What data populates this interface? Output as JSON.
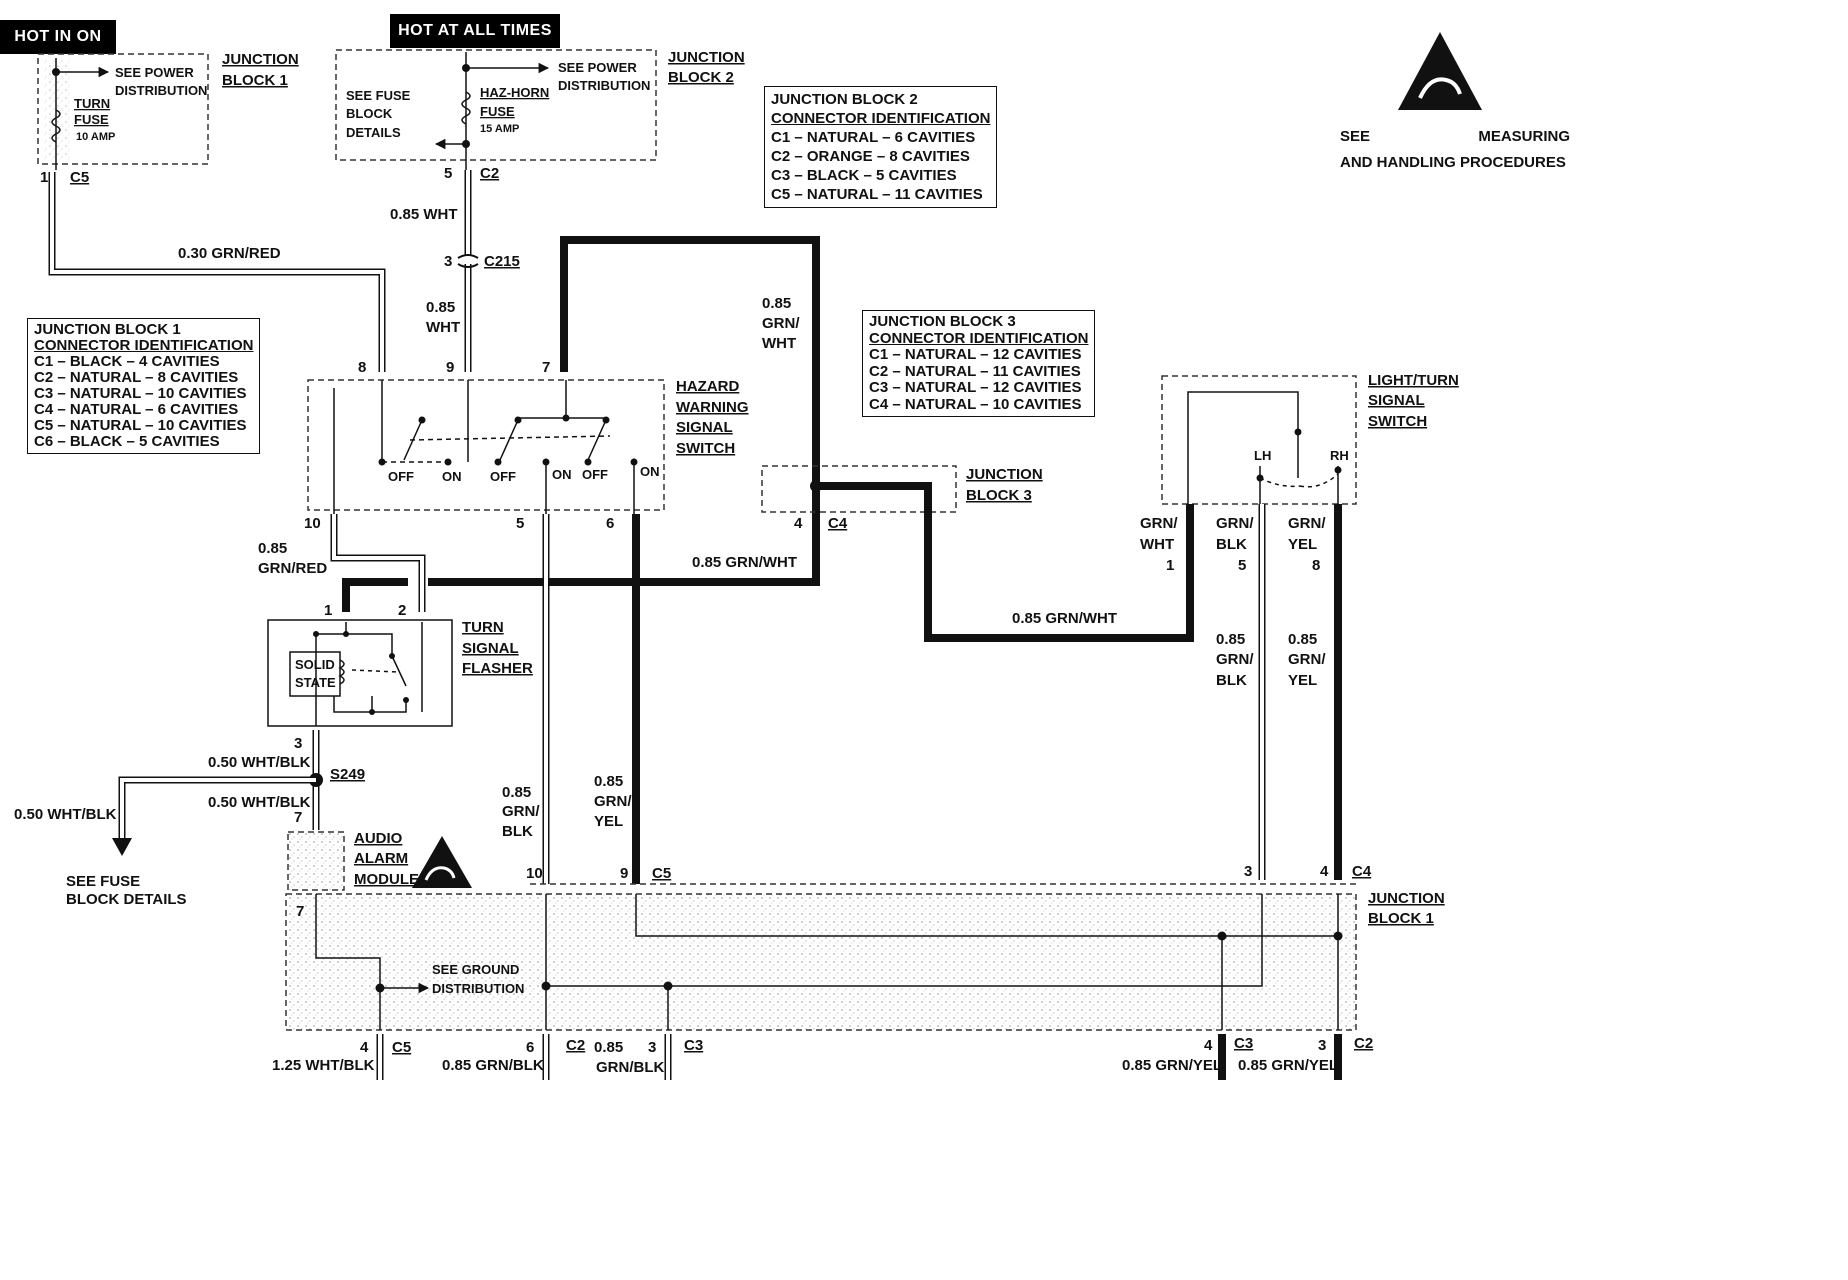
{
  "headers": {
    "hot_in_on": "HOT IN ON",
    "hot_at_all_times": "HOT AT ALL TIMES"
  },
  "esd": {
    "see": "SEE",
    "measuring": "MEASURING",
    "handling": "AND HANDLING PROCEDURES"
  },
  "jb1_top": {
    "title_line1": "JUNCTION",
    "title_line2": "BLOCK 1",
    "see_power": "SEE POWER",
    "distribution": "DISTRIBUTION",
    "fuse_line1": "TURN",
    "fuse_line2": "FUSE",
    "fuse_rating": "10 AMP",
    "pin": "1",
    "connector": "C5"
  },
  "jb2_top": {
    "title_line1": "JUNCTION",
    "title_line2": "BLOCK 2",
    "see_fuse_line1": "SEE FUSE",
    "see_fuse_line2": "BLOCK",
    "see_fuse_line3": "DETAILS",
    "see_power": "SEE POWER",
    "distribution": "DISTRIBUTION",
    "fuse_line1": "HAZ-HORN",
    "fuse_line2": "FUSE",
    "fuse_rating": "15 AMP",
    "pin": "5",
    "connector": "C2"
  },
  "jb2_ident": {
    "line1": "JUNCTION BLOCK 2",
    "line2": "CONNECTOR IDENTIFICATION",
    "rows": [
      "C1 – NATURAL – 6 CAVITIES",
      "C2 – ORANGE – 8 CAVITIES",
      "C3 – BLACK – 5 CAVITIES",
      "C5 – NATURAL – 11 CAVITIES"
    ]
  },
  "jb1_ident": {
    "line1": "JUNCTION BLOCK 1",
    "line2": "CONNECTOR IDENTIFICATION",
    "rows": [
      "C1 – BLACK – 4 CAVITIES",
      "C2 – NATURAL – 8 CAVITIES",
      "C3 – NATURAL – 10 CAVITIES",
      "C4 – NATURAL – 6 CAVITIES",
      "C5 – NATURAL – 10 CAVITIES",
      "C6 – BLACK – 5 CAVITIES"
    ]
  },
  "jb3_ident": {
    "line1": "JUNCTION BLOCK 3",
    "line2": "CONNECTOR IDENTIFICATION",
    "rows": [
      "C1 – NATURAL – 12 CAVITIES",
      "C2 – NATURAL – 11 CAVITIES",
      "C3 – NATURAL – 12 CAVITIES",
      "C4 – NATURAL – 10 CAVITIES"
    ]
  },
  "wires": {
    "w_030_grn_red": "0.30 GRN/RED",
    "w_085_wht": "0.85 WHT",
    "c215_pin": "3",
    "c215": "C215",
    "w_085": "0.85",
    "w_wht": "WHT",
    "grn_wht_top_1": "0.85",
    "grn_wht_top_2": "GRN/",
    "grn_wht_top_3": "WHT",
    "w_085_grn_wht": "0.85 GRN/WHT",
    "w_085_grn_wht_2": "0.85 GRN/WHT",
    "grn_red_1": "0.85",
    "grn_red_2": "GRN/RED",
    "w_050_wht_blk_a": "0.50 WHT/BLK",
    "w_050_wht_blk_b": "0.50 WHT/BLK",
    "w_050_wht_blk_c": "0.50 WHT/BLK",
    "grn_blk_mid_1": "0.85",
    "grn_blk_mid_2": "GRN/",
    "grn_blk_mid_3": "BLK",
    "grn_yel_mid_1": "0.85",
    "grn_yel_mid_2": "GRN/",
    "grn_yel_mid_3": "YEL",
    "rs_grn_wht_1": "GRN/",
    "rs_grn_wht_2": "WHT",
    "rs_grn_blk_1": "GRN/",
    "rs_grn_blk_2": "BLK",
    "rs_grn_yel_1": "GRN/",
    "rs_grn_yel_2": "YEL",
    "rl_grn_blk_1": "0.85",
    "rl_grn_blk_2": "GRN/",
    "rl_grn_blk_3": "BLK",
    "rl_grn_yel_1": "0.85",
    "rl_grn_yel_2": "GRN/",
    "rl_grn_yel_3": "YEL"
  },
  "hazard": {
    "title_line1": "HAZARD",
    "title_line2": "WARNING",
    "title_line3": "SIGNAL",
    "title_line4": "SWITCH",
    "off1": "OFF",
    "on1": "ON",
    "off2": "OFF",
    "on2": "ON",
    "off3": "OFF",
    "on3": "ON",
    "pin8": "8",
    "pin9": "9",
    "pin7": "7",
    "pin10": "10",
    "pin5": "5",
    "pin6": "6"
  },
  "jb3_box": {
    "title_line1": "JUNCTION",
    "title_line2": "BLOCK 3",
    "pin": "4",
    "connector": "C4"
  },
  "flasher": {
    "title_line1": "TURN",
    "title_line2": "SIGNAL",
    "title_line3": "FLASHER",
    "solid": "SOLID",
    "state": "STATE",
    "pin1": "1",
    "pin2": "2",
    "pin3": "3"
  },
  "splice": {
    "name": "S249",
    "pin7": "7"
  },
  "see_fuse_block_left": {
    "line1": "SEE FUSE",
    "line2": "BLOCK DETAILS"
  },
  "audio": {
    "line1": "AUDIO",
    "line2": "ALARM",
    "line3": "MODULE",
    "pin": "7"
  },
  "light_turn": {
    "title_line1": "LIGHT/TURN",
    "title_line2": "SIGNAL",
    "title_line3": "SWITCH",
    "lh": "LH",
    "rh": "RH",
    "pin1": "1",
    "pin5": "5",
    "pin8": "8"
  },
  "jb1_bottom": {
    "title_line1": "JUNCTION",
    "title_line2": "BLOCK 1",
    "pin10": "10",
    "pin9": "9",
    "c5": "C5",
    "pin3": "3",
    "pin4": "4",
    "c4": "C4",
    "pin7": "7",
    "see_ground": "SEE GROUND",
    "distribution": "DISTRIBUTION"
  },
  "bottom": {
    "p4": "4",
    "c5": "C5",
    "w_125": "1.25 WHT/BLK",
    "p6": "6",
    "c2a": "C2",
    "w_grn_blk": "0.85 GRN/BLK",
    "w_085": "0.85",
    "w_grn_blk_b": "GRN/BLK",
    "p3": "3",
    "c3a": "C3",
    "p4b": "4",
    "c3b": "C3",
    "w_grn_yel_a": "0.85 GRN/YEL",
    "p3b": "3",
    "c2b": "C2",
    "w_grn_yel_b": "0.85 GRN/YEL"
  }
}
